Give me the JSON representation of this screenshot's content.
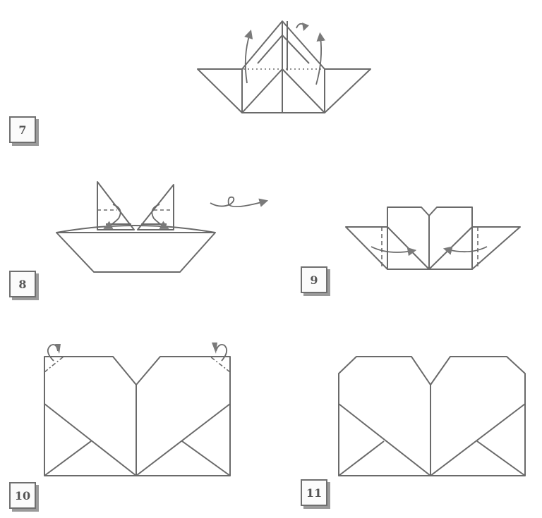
{
  "steps": [
    {
      "id": "7",
      "label": "7"
    },
    {
      "id": "8",
      "label": "8"
    },
    {
      "id": "9",
      "label": "9"
    },
    {
      "id": "10",
      "label": "10"
    },
    {
      "id": "11",
      "label": "11"
    }
  ],
  "colors": {
    "line": "#6a6a6a",
    "arrow_fill": "#7a7a7a",
    "badge_border": "#6f6f6f",
    "badge_shadow": "#9a9a9a"
  }
}
